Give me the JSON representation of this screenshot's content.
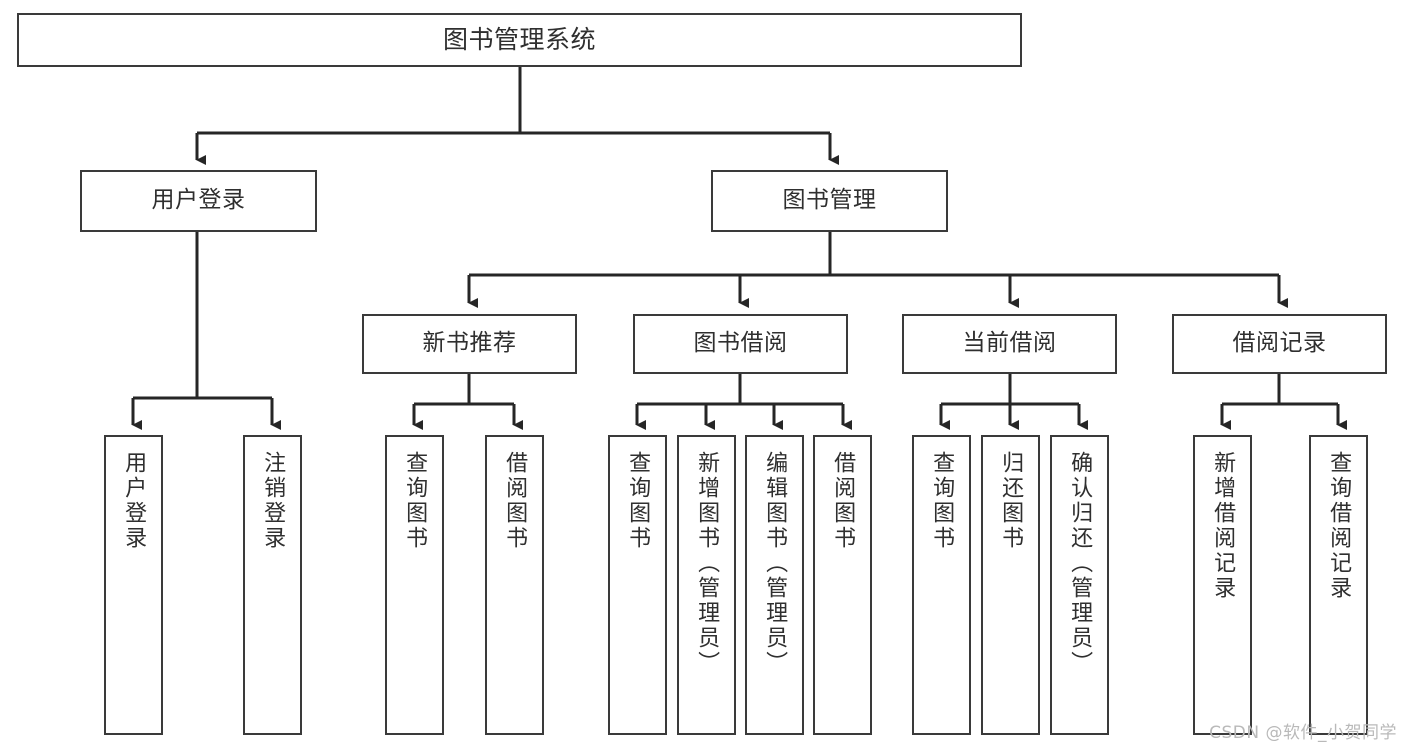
{
  "diagram": {
    "title": "图书管理系统",
    "type": "tree-hierarchy-chart",
    "root": {
      "label": "图书管理系统"
    },
    "level2": [
      {
        "label": "用户登录"
      },
      {
        "label": "图书管理"
      }
    ],
    "level3": [
      {
        "label": "新书推荐"
      },
      {
        "label": "图书借阅"
      },
      {
        "label": "当前借阅"
      },
      {
        "label": "借阅记录"
      }
    ],
    "leaves": {
      "user_login": [
        {
          "label": "用户登录"
        },
        {
          "label": "注销登录"
        }
      ],
      "new_book": [
        {
          "label": "查询图书"
        },
        {
          "label": "借阅图书"
        }
      ],
      "book_borrow": [
        {
          "label": "查询图书"
        },
        {
          "label": "新增图书（管理员）"
        },
        {
          "label": "编辑图书（管理员）"
        },
        {
          "label": "借阅图书"
        }
      ],
      "current_borrow": [
        {
          "label": "查询图书"
        },
        {
          "label": "归还图书"
        },
        {
          "label": "确认归还（管理员）"
        }
      ],
      "borrow_record": [
        {
          "label": "新增借阅记录"
        },
        {
          "label": "查询借阅记录"
        }
      ]
    }
  },
  "watermark": {
    "text": "CSDN @软件_小贺同学"
  },
  "colors": {
    "box_border": "#3a3a3a",
    "box_fill": "#ffffff",
    "text": "#2f2f2f",
    "connector": "#262626",
    "watermark": "#b9b9b9"
  }
}
